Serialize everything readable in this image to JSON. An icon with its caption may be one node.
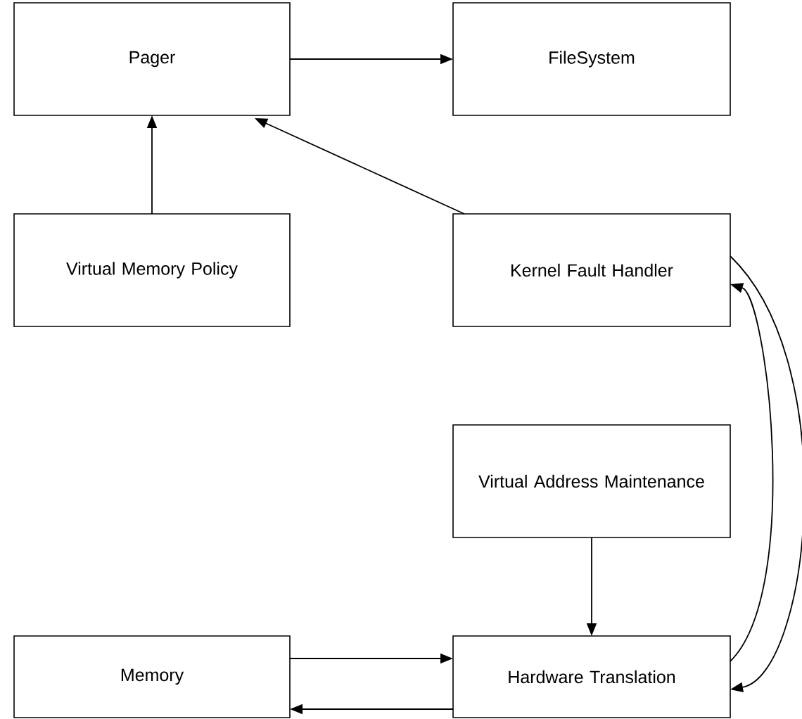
{
  "diagram": {
    "nodes": [
      {
        "text": [
          "Pager"
        ]
      },
      {
        "text": [
          "FileSystem"
        ]
      },
      {
        "text": [
          "Virtual Memory Policy"
        ]
      },
      {
        "text": [
          "Kernel Fault Handler"
        ]
      },
      {
        "text": [
          "Virtual Address Maintenance"
        ]
      },
      {
        "text": [
          "Memory"
        ]
      },
      {
        "text": [
          "Hardware Translation"
        ]
      }
    ],
    "edges": [
      {
        "from": 0,
        "to": 1,
        "arrow": "to"
      },
      {
        "from": 3,
        "to": 0,
        "arrow": "to"
      },
      {
        "from": 2,
        "to": 0,
        "arrow": "to"
      },
      {
        "from": 4,
        "to": 6,
        "arrow": "to"
      },
      {
        "from": 5,
        "to": 6,
        "arrow": "to"
      },
      {
        "from": 6,
        "to": 5,
        "arrow": "to"
      },
      {
        "from": 3,
        "to": 6,
        "arrow": "to"
      },
      {
        "from": 6,
        "to": 3,
        "arrow": "to"
      }
    ]
  }
}
